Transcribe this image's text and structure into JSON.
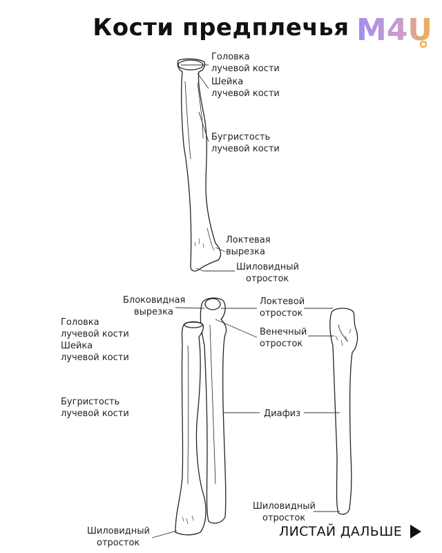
{
  "title": "Кости предплечья",
  "logo": {
    "text": "M4U",
    "icon": "m4u-logo-icon",
    "gradient": [
      "#a38bf0",
      "#f2b04a"
    ]
  },
  "radius_labels": {
    "head": [
      "Головка",
      "лучевой кости"
    ],
    "neck": [
      "Шейка",
      "лучевой кости"
    ],
    "tuberosity": [
      "Бугристость",
      "лучевой кости"
    ],
    "ulnar_notch": [
      "Локтевая",
      "вырезка"
    ],
    "styloid": [
      "Шиловидный",
      "отросток"
    ]
  },
  "ulna_labels": {
    "trochlear_notch": [
      "Блоковидная",
      "вырезка"
    ],
    "olecranon": [
      "Локтевой",
      "отросток"
    ],
    "coronoid": [
      "Венечный",
      "отросток"
    ],
    "diaphysis": "Диафиз",
    "styloid": [
      "Шиловидный",
      "отросток"
    ]
  },
  "pair_labels": {
    "head": [
      "Головка",
      "лучевой кости"
    ],
    "neck": [
      "Шейка",
      "лучевой кости"
    ],
    "tuberosity": [
      "Бугристость",
      "лучевой кости"
    ],
    "styloid": [
      "Шиловидный",
      "отросток"
    ]
  },
  "next_button": "ЛИСТАЙ ДАЛЬШЕ"
}
